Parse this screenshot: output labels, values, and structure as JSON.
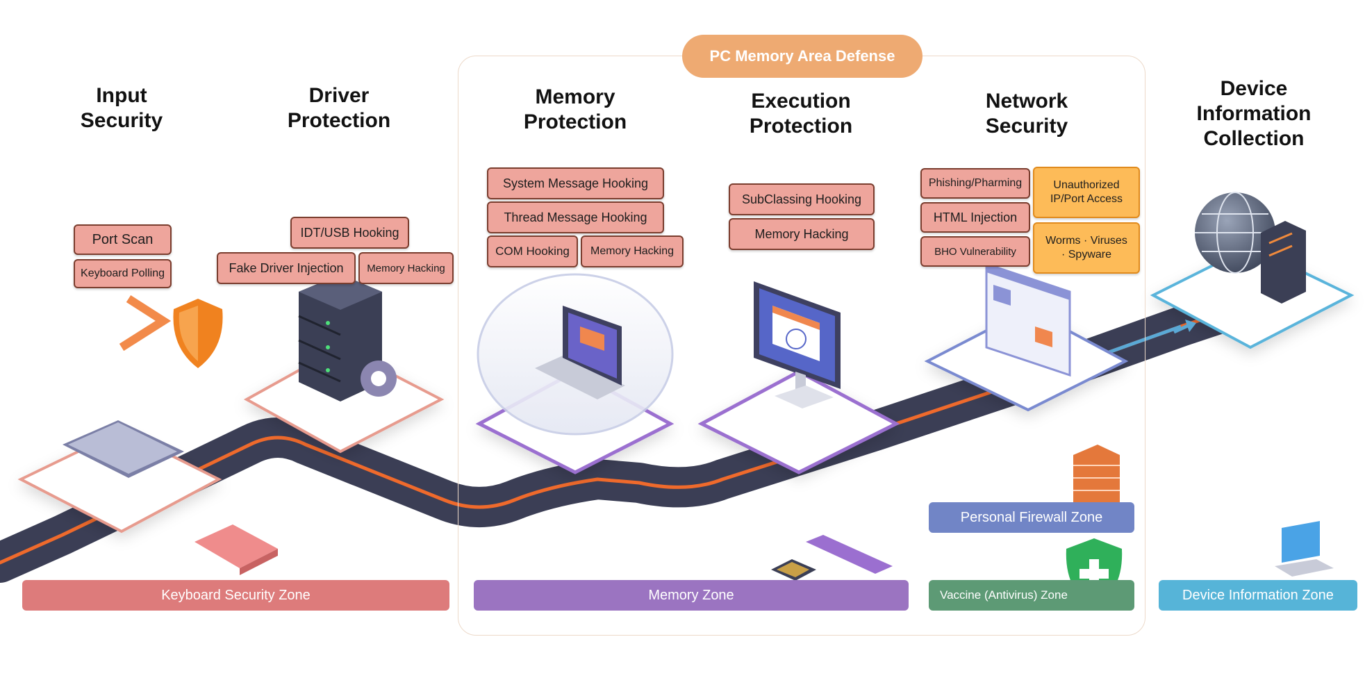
{
  "defense_title": "PC Memory Area Defense",
  "headings": {
    "input_security": "Input\nSecurity",
    "driver_protection": "Driver\nProtection",
    "memory_protection": "Memory\nProtection",
    "execution_protection": "Execution\nProtection",
    "network_security": "Network\nSecurity",
    "device_information": "Device\nInformation\nCollection"
  },
  "chips": {
    "port_scan": "Port Scan",
    "keyboard_polling": "Keyboard Polling",
    "idt_usb_hooking": "IDT/USB Hooking",
    "fake_driver_injection": "Fake Driver Injection",
    "driver_memory_hacking": "Memory Hacking",
    "system_message_hooking": "System Message Hooking",
    "thread_message_hooking": "Thread Message Hooking",
    "com_hooking": "COM Hooking",
    "memory_zone_memory_hacking": "Memory Hacking",
    "subclassing_hooking": "SubClassing Hooking",
    "execution_memory_hacking": "Memory Hacking",
    "phishing_pharming": "Phishing/Pharming",
    "html_injection": "HTML Injection",
    "bho_vulnerability": "BHO Vulnerability",
    "unauthorized_access": "Unauthorized\nIP/Port Access",
    "worms_viruses_spyware": "Worms · Viruses\n· Spyware"
  },
  "zones": {
    "keyboard_security": "Keyboard Security Zone",
    "memory": "Memory Zone",
    "personal_firewall": "Personal Firewall Zone",
    "vaccine": "Vaccine (Antivirus) Zone",
    "device_information": "Device Information Zone"
  },
  "colors": {
    "keyboard_zone": "#dd7b7b",
    "memory_zone": "#9b74c1",
    "firewall_zone": "#7185c6",
    "vaccine_zone": "#5d9a75",
    "device_zone": "#56b4d8",
    "road": "#3b3e55",
    "road_stripe": "#ef6a2c",
    "badge": "#eeaa72"
  },
  "icons": [
    "keyboard-icon",
    "shield-icon",
    "server-icon",
    "gear-icon",
    "laptop-icon",
    "monitor-icon",
    "browser-window-icon",
    "firewall-brick-icon",
    "antivirus-shield-icon",
    "memory-chip-icon",
    "globe-icon",
    "arrow-icon"
  ]
}
